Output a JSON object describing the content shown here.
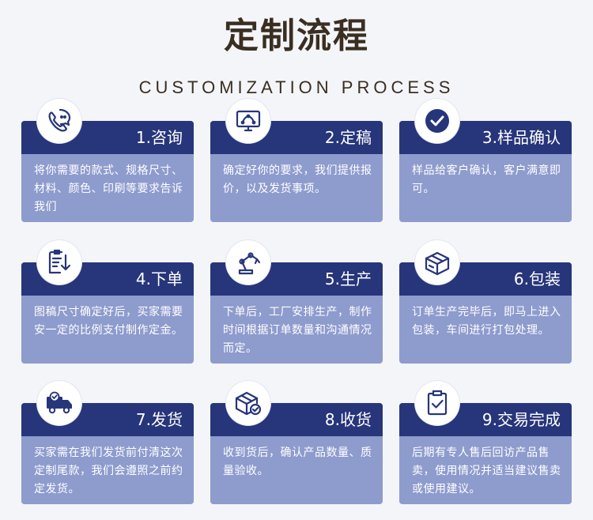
{
  "page": {
    "title": "定制流程",
    "subtitle": "CUSTOMIZATION PROCESS"
  },
  "colors": {
    "header": "#27357a",
    "card": "#8e9bcd",
    "title": "#3a2e22",
    "background": "#f4f5f8"
  },
  "steps": [
    {
      "title": "1.咨询",
      "desc": "将你需要的款式、规格尺寸、材料、颜色、印刷等要求告诉我们",
      "icon": "phone-chat-icon"
    },
    {
      "title": "2.定稿",
      "desc": "确定好你的要求，我们提供报价，以及发货事项。",
      "icon": "monitor-design-icon"
    },
    {
      "title": "3.样品确认",
      "desc": "样品给客户确认，客户满意即可。",
      "icon": "checkmark-icon"
    },
    {
      "title": "4.下单",
      "desc": "图稿尺寸确定好后，买家需要安一定的比例支付制作定金。",
      "icon": "order-clipboard-icon"
    },
    {
      "title": "5.生产",
      "desc": "下单后，工厂安排生产，制作时间根据订单数量和沟通情况而定。",
      "icon": "robot-arm-icon"
    },
    {
      "title": "6.包装",
      "desc": "订单生产完毕后，即马上进入包装，车间进行打包处理。",
      "icon": "package-box-icon"
    },
    {
      "title": "7.发货",
      "desc": "买家需在我们发货前付清这次定制尾款，我们会遵照之前约定发货。",
      "icon": "delivery-truck-icon"
    },
    {
      "title": "8.收货",
      "desc": "收到货后，确认产品数量、质量验收。",
      "icon": "received-box-icon"
    },
    {
      "title": "9.交易完成",
      "desc": "后期有专人售后回访产品售卖，使用情况并适当建议售卖或使用建议。",
      "icon": "completed-clipboard-icon"
    }
  ]
}
